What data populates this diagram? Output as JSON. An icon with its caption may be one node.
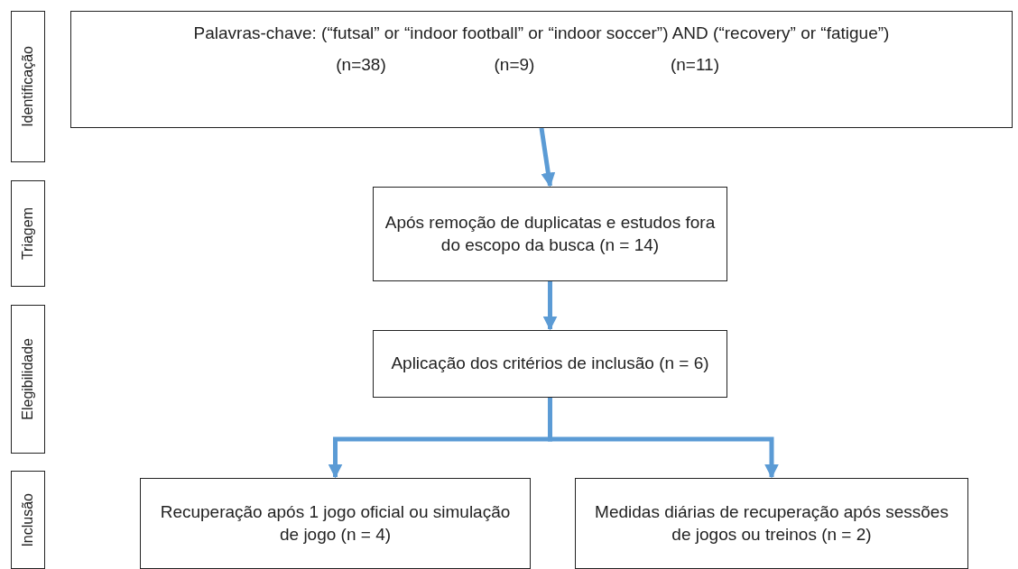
{
  "diagram": {
    "nodes": [
      {
        "text": [
          "Identificação"
        ]
      },
      {
        "text": [
          "Palavras-chave: (“futsal” or “indoor football” or “indoor soccer”) AND (“recovery” or “fatigue”)",
          "(n=38)",
          "(n=9)",
          "(n=11)"
        ]
      },
      {
        "text": [
          "Triagem"
        ]
      },
      {
        "text": [
          "Após remoção de duplicatas e estudos fora do escopo da busca (n = 14)"
        ]
      },
      {
        "text": [
          "Elegibilidade"
        ]
      },
      {
        "text": [
          "Aplicação dos critérios de inclusão (n = 6)"
        ]
      },
      {
        "text": [
          "Inclusão"
        ]
      },
      {
        "text": [
          "Recuperação após 1 jogo oficial ou simulação de jogo (n = 4)"
        ]
      },
      {
        "text": [
          "Medidas diárias de recuperação após sessões de jogos ou treinos (n = 2)"
        ]
      }
    ],
    "edges": [
      {
        "from": 1,
        "to": 3,
        "arrow": "to"
      },
      {
        "from": 3,
        "to": 5,
        "arrow": "to"
      },
      {
        "from": 5,
        "to": 7,
        "arrow": "to"
      },
      {
        "from": 5,
        "to": 8,
        "arrow": "to"
      }
    ]
  }
}
